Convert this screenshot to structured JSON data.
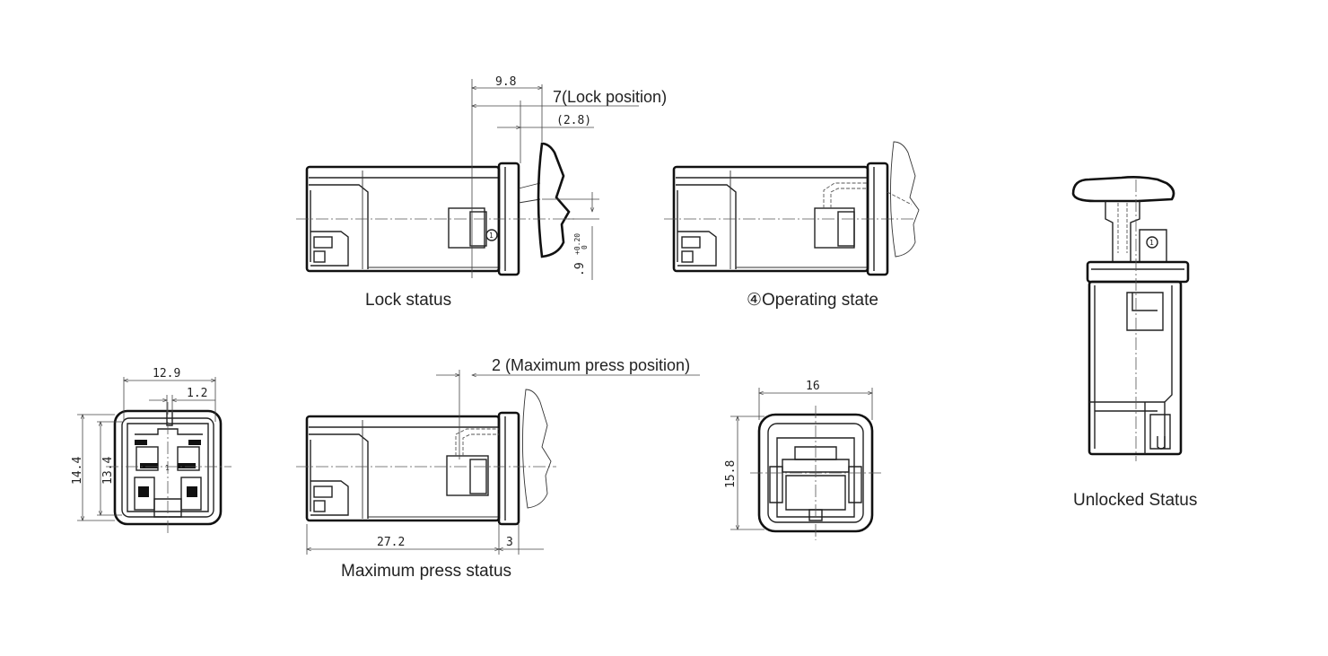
{
  "views": {
    "lock_status": "Lock status",
    "operating_state": "④Operating state",
    "max_press_status": "Maximum press status",
    "unlocked_status": "Unlocked Status"
  },
  "dimensions": {
    "d_9_8": "9.8",
    "d_7_lock": "7(Lock position)",
    "d_2_8": "(2.8)",
    "d_9_tol": ".9",
    "d_tol_upper": "+0.20",
    "d_tol_lower": "0",
    "d_2_max": "2 (Maximum press  position)",
    "d_27_2": "27.2",
    "d_3": "3",
    "d_12_9": "12.9",
    "d_1_2": "1.2",
    "d_14_4": "14.4",
    "d_13_4": "13.4",
    "d_16": "16",
    "d_15_8": "15.8"
  },
  "markers": {
    "circle_one": "1",
    "circle_one_b": "1",
    "front_mark": "1"
  }
}
